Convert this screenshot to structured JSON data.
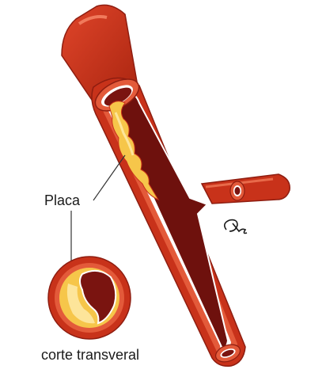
{
  "labels": {
    "plaque": "Placa",
    "cross_section": "corte transveral"
  },
  "colors": {
    "artery_outer": "#c8321a",
    "artery_outer_dark": "#8e1d10",
    "artery_wall": "#e35a3a",
    "artery_lumen": "#7a1410",
    "plaque": "#f6c64a",
    "plaque_light": "#fde59a",
    "intima_line": "#ffffff",
    "leader_line": "#333333"
  },
  "artist_signature": "signature mark"
}
